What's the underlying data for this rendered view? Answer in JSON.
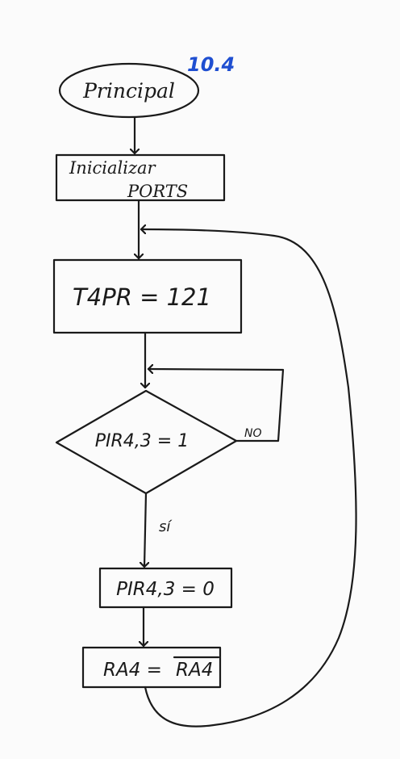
{
  "diagram": {
    "section_tag": "10.4",
    "start_label": "Principal",
    "init_line1": "Inicializar",
    "init_line2": "PORTS",
    "preset_label": "T4PR = 121",
    "decision_label": "PIR4,3 = 1",
    "decision_no": "NO",
    "decision_yes": "sí",
    "clear_label": "PIR4,3 = 0",
    "toggle_left": "RA4 = ",
    "toggle_right": "RA4",
    "ink_color": "#1a1a1a",
    "tag_color": "#1f4fd1"
  }
}
